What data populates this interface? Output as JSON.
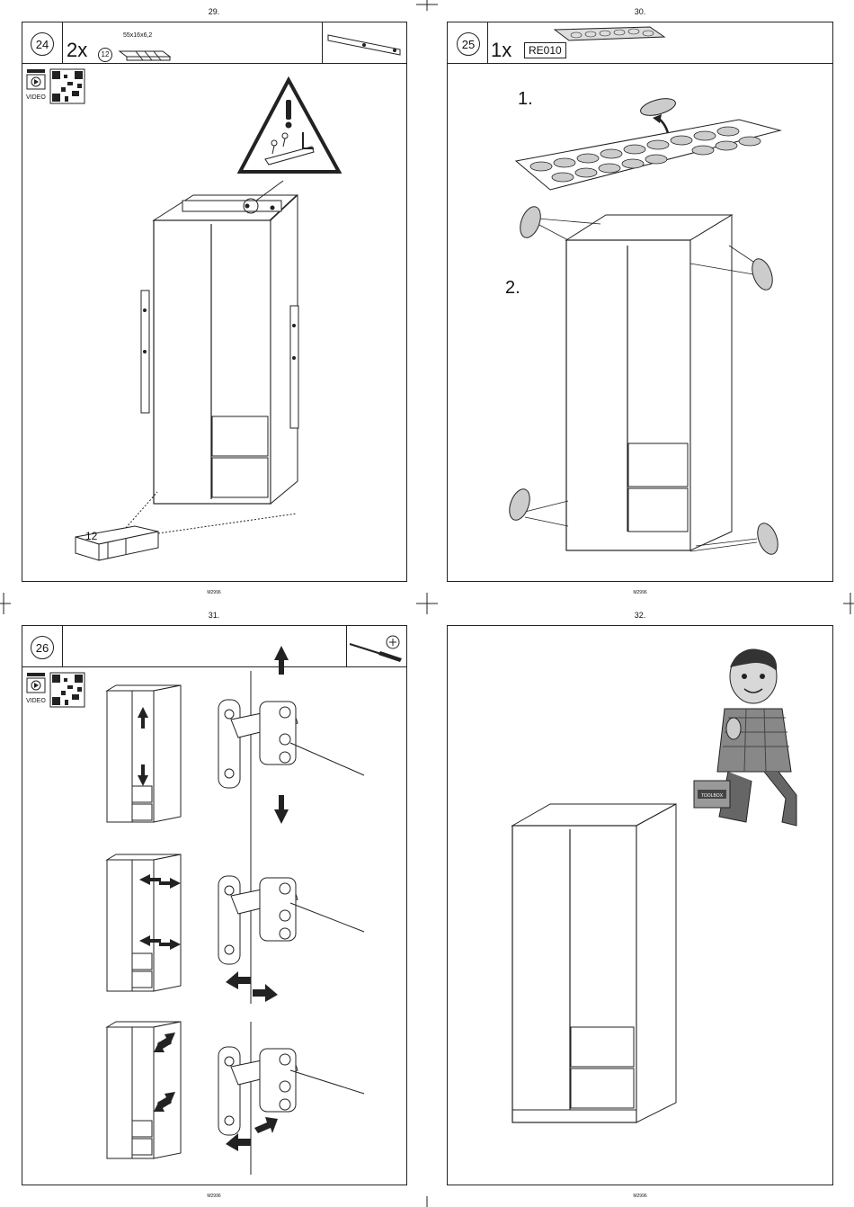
{
  "pages": [
    {
      "page_number": "29.",
      "step": "24",
      "quantity": "2x",
      "part_circle": "12",
      "part_size": "55x16x6,2",
      "video_label": "VIDEO",
      "callout_number": "12",
      "footer": "M2996"
    },
    {
      "page_number": "30.",
      "step": "25",
      "quantity": "1x",
      "part_code": "RE010",
      "substep_1": "1.",
      "substep_2": "2.",
      "footer": "M2996"
    },
    {
      "page_number": "31.",
      "step": "26",
      "video_label": "VIDEO",
      "footer": "M2996"
    },
    {
      "page_number": "32.",
      "toolbox_label": "TOOLBOX",
      "footer": "M2996"
    }
  ]
}
